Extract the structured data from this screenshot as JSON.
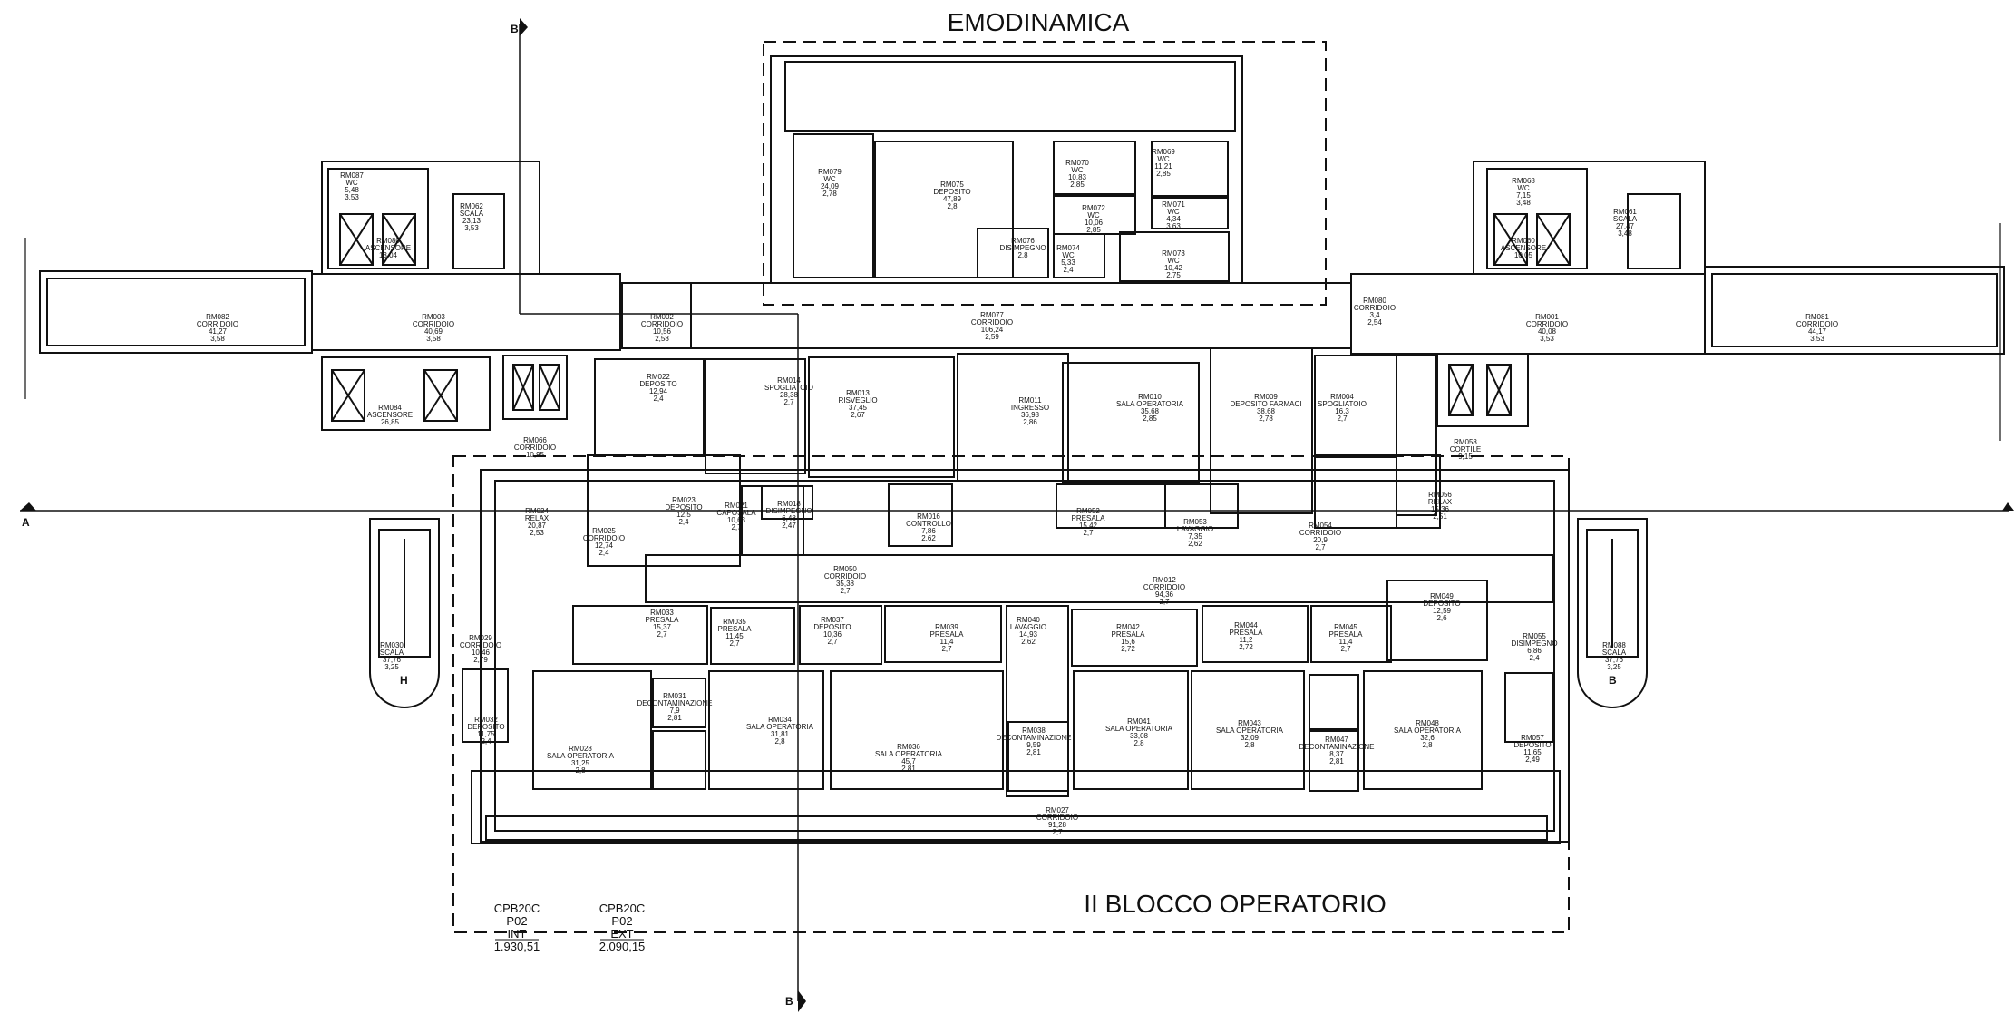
{
  "zones": {
    "emodinamica": "EMODINAMICA",
    "blocco": "II BLOCCO OPERATORIO"
  },
  "sections": {
    "a": "A",
    "b": "B"
  },
  "stair_marks": {
    "h": "H",
    "b": "B"
  },
  "legend": [
    {
      "code": "CPB20C",
      "level": "P02",
      "kind": "INT",
      "height": "1.930,51"
    },
    {
      "code": "CPB20C",
      "level": "P02",
      "kind": "EXT",
      "height": "2.090,15"
    }
  ],
  "rooms": [
    {
      "id": "RM082",
      "name": "CORRIDOIO",
      "area": "41,27",
      "h": "3,58"
    },
    {
      "id": "RM003",
      "name": "CORRIDOIO",
      "area": "40,69",
      "h": "3,58"
    },
    {
      "id": "RM002",
      "name": "CORRIDOIO",
      "area": "10,56",
      "h": "2,58"
    },
    {
      "id": "RM084",
      "name": "ASCENSORE",
      "area": "26,85",
      "h": ""
    },
    {
      "id": "RM087",
      "name": "WC",
      "area": "5,48",
      "h": "3,53"
    },
    {
      "id": "RM062",
      "name": "SCALA",
      "area": "23,13",
      "h": "3,53"
    },
    {
      "id": "RM080",
      "name": "ASCENSORE",
      "area": "13,04",
      "h": ""
    },
    {
      "id": "RM079",
      "name": "WC",
      "area": "24,09",
      "h": "2,78"
    },
    {
      "id": "RM075",
      "name": "DEPOSITO",
      "area": "47,89",
      "h": "2,8"
    },
    {
      "id": "RM070",
      "name": "WC",
      "area": "10,83",
      "h": "2,85"
    },
    {
      "id": "RM069",
      "name": "WC",
      "area": "11,21",
      "h": "2,85"
    },
    {
      "id": "RM072",
      "name": "WC",
      "area": "10,06",
      "h": "2,85"
    },
    {
      "id": "RM071",
      "name": "WC",
      "area": "4,34",
      "h": "3,63"
    },
    {
      "id": "RM076",
      "name": "DISIMPEGNO",
      "area": "",
      "h": "2,8"
    },
    {
      "id": "RM074",
      "name": "WC",
      "area": "5,33",
      "h": "2,4"
    },
    {
      "id": "RM073",
      "name": "WC",
      "area": "10,42",
      "h": "2,75"
    },
    {
      "id": "RM077",
      "name": "CORRIDOIO",
      "area": "106,24",
      "h": "2,59"
    },
    {
      "id": "RM068",
      "name": "WC",
      "area": "7,15",
      "h": "3,48"
    },
    {
      "id": "RM061",
      "name": "SCALA",
      "area": "27,47",
      "h": "3,48"
    },
    {
      "id": "RM060",
      "name": "ASCENSORE",
      "area": "10,05",
      "h": ""
    },
    {
      "id": "RM080",
      "name": "CORRIDOIO",
      "area": "3,4",
      "h": "2,54"
    },
    {
      "id": "RM001",
      "name": "CORRIDOIO",
      "area": "40,08",
      "h": "3,53"
    },
    {
      "id": "RM081",
      "name": "CORRIDOIO",
      "area": "44,17",
      "h": "3,53"
    },
    {
      "id": "RM022",
      "name": "DEPOSITO",
      "area": "12,94",
      "h": "2,4"
    },
    {
      "id": "RM014",
      "name": "SPOGLIATOIO",
      "area": "28,38",
      "h": "2,7"
    },
    {
      "id": "RM013",
      "name": "RISVEGLIO",
      "area": "37,45",
      "h": "2,67"
    },
    {
      "id": "RM011",
      "name": "INGRESSO",
      "area": "36,98",
      "h": "2,86"
    },
    {
      "id": "RM010",
      "name": "SALA OPERATORIA",
      "area": "35,68",
      "h": "2,85"
    },
    {
      "id": "RM009",
      "name": "DEPOSITO FARMACI",
      "area": "38,68",
      "h": "2,78"
    },
    {
      "id": "RM004",
      "name": "SPOGLIATOIO",
      "area": "16,3",
      "h": "2,7"
    },
    {
      "id": "RM066",
      "name": "CORRIDOIO",
      "area": "10,95",
      "h": ""
    },
    {
      "id": "RM024",
      "name": "RELAX",
      "area": "20,87",
      "h": "2,53"
    },
    {
      "id": "RM023",
      "name": "DEPOSITO",
      "area": "12,5",
      "h": "2,4"
    },
    {
      "id": "RM021",
      "name": "CAPOSALA",
      "area": "10,63",
      "h": "2,7"
    },
    {
      "id": "RM018",
      "name": "DISIMPEGNO",
      "area": "6,48",
      "h": "2,47"
    },
    {
      "id": "RM016",
      "name": "CONTROLLO",
      "area": "7,86",
      "h": "2,62"
    },
    {
      "id": "RM052",
      "name": "PRESALA",
      "area": "15,42",
      "h": "2,7"
    },
    {
      "id": "RM053",
      "name": "LAVAGGIO",
      "area": "7,35",
      "h": "2,62"
    },
    {
      "id": "RM054",
      "name": "CORRIDOIO",
      "area": "20,9",
      "h": "2,7"
    },
    {
      "id": "RM058",
      "name": "CORTILE",
      "area": "9,15",
      "h": ""
    },
    {
      "id": "RM056",
      "name": "RELAX",
      "area": "15,36",
      "h": "2,51"
    },
    {
      "id": "RM025",
      "name": "CORRIDOIO",
      "area": "12,74",
      "h": "2,4"
    },
    {
      "id": "RM050",
      "name": "CORRIDOIO",
      "area": "35,38",
      "h": "2,7"
    },
    {
      "id": "RM012",
      "name": "CORRIDOIO",
      "area": "94,36",
      "h": "2,7"
    },
    {
      "id": "RM049",
      "name": "DEPOSITO",
      "area": "12,59",
      "h": "2,6"
    },
    {
      "id": "RM033",
      "name": "PRESALA",
      "area": "15,37",
      "h": "2,7"
    },
    {
      "id": "RM035",
      "name": "PRESALA",
      "area": "11,45",
      "h": "2,7"
    },
    {
      "id": "RM037",
      "name": "DEPOSITO",
      "area": "10,36",
      "h": "2,7"
    },
    {
      "id": "RM039",
      "name": "PRESALA",
      "area": "11,4",
      "h": "2,7"
    },
    {
      "id": "RM040",
      "name": "LAVAGGIO",
      "area": "14,93",
      "h": "2,62"
    },
    {
      "id": "RM042",
      "name": "PRESALA",
      "area": "15,6",
      "h": "2,72"
    },
    {
      "id": "RM044",
      "name": "PRESALA",
      "area": "11,2",
      "h": "2,72"
    },
    {
      "id": "RM045",
      "name": "PRESALA",
      "area": "11,4",
      "h": "2,7"
    },
    {
      "id": "RM055",
      "name": "DISIMPEGNO",
      "area": "6,86",
      "h": "2,4"
    },
    {
      "id": "RM030",
      "name": "SCALA",
      "area": "37,76",
      "h": "3,25"
    },
    {
      "id": "RM029",
      "name": "CORRIDOIO",
      "area": "10,46",
      "h": "2,79"
    },
    {
      "id": "RM032",
      "name": "DEPOSITO",
      "area": "11,75",
      "h": "2,4"
    },
    {
      "id": "RM028",
      "name": "SALA OPERATORIA",
      "area": "31,25",
      "h": "2,8"
    },
    {
      "id": "RM031",
      "name": "DECONTAMINAZIONE",
      "area": "7,9",
      "h": "2,81"
    },
    {
      "id": "RM034",
      "name": "SALA OPERATORIA",
      "area": "31,81",
      "h": "2,8"
    },
    {
      "id": "RM036",
      "name": "SALA OPERATORIA",
      "area": "45,7",
      "h": "2,81"
    },
    {
      "id": "RM038",
      "name": "DECONTAMINAZIONE",
      "area": "9,59",
      "h": "2,81"
    },
    {
      "id": "RM041",
      "name": "SALA OPERATORIA",
      "area": "33,08",
      "h": "2,8"
    },
    {
      "id": "RM043",
      "name": "SALA OPERATORIA",
      "area": "32,09",
      "h": "2,8"
    },
    {
      "id": "RM047",
      "name": "DECONTAMINAZIONE",
      "area": "8,37",
      "h": "2,81"
    },
    {
      "id": "RM048",
      "name": "SALA OPERATORIA",
      "area": "32,6",
      "h": "2,8"
    },
    {
      "id": "RM057",
      "name": "DEPOSITO",
      "area": "11,65",
      "h": "2,49"
    },
    {
      "id": "RM088",
      "name": "SCALA",
      "area": "37,76",
      "h": "3,25"
    },
    {
      "id": "RM027",
      "name": "CORRIDOIO",
      "area": "91,28",
      "h": "2,7"
    }
  ],
  "colors": {
    "line": "#111111",
    "background": "#ffffff"
  }
}
